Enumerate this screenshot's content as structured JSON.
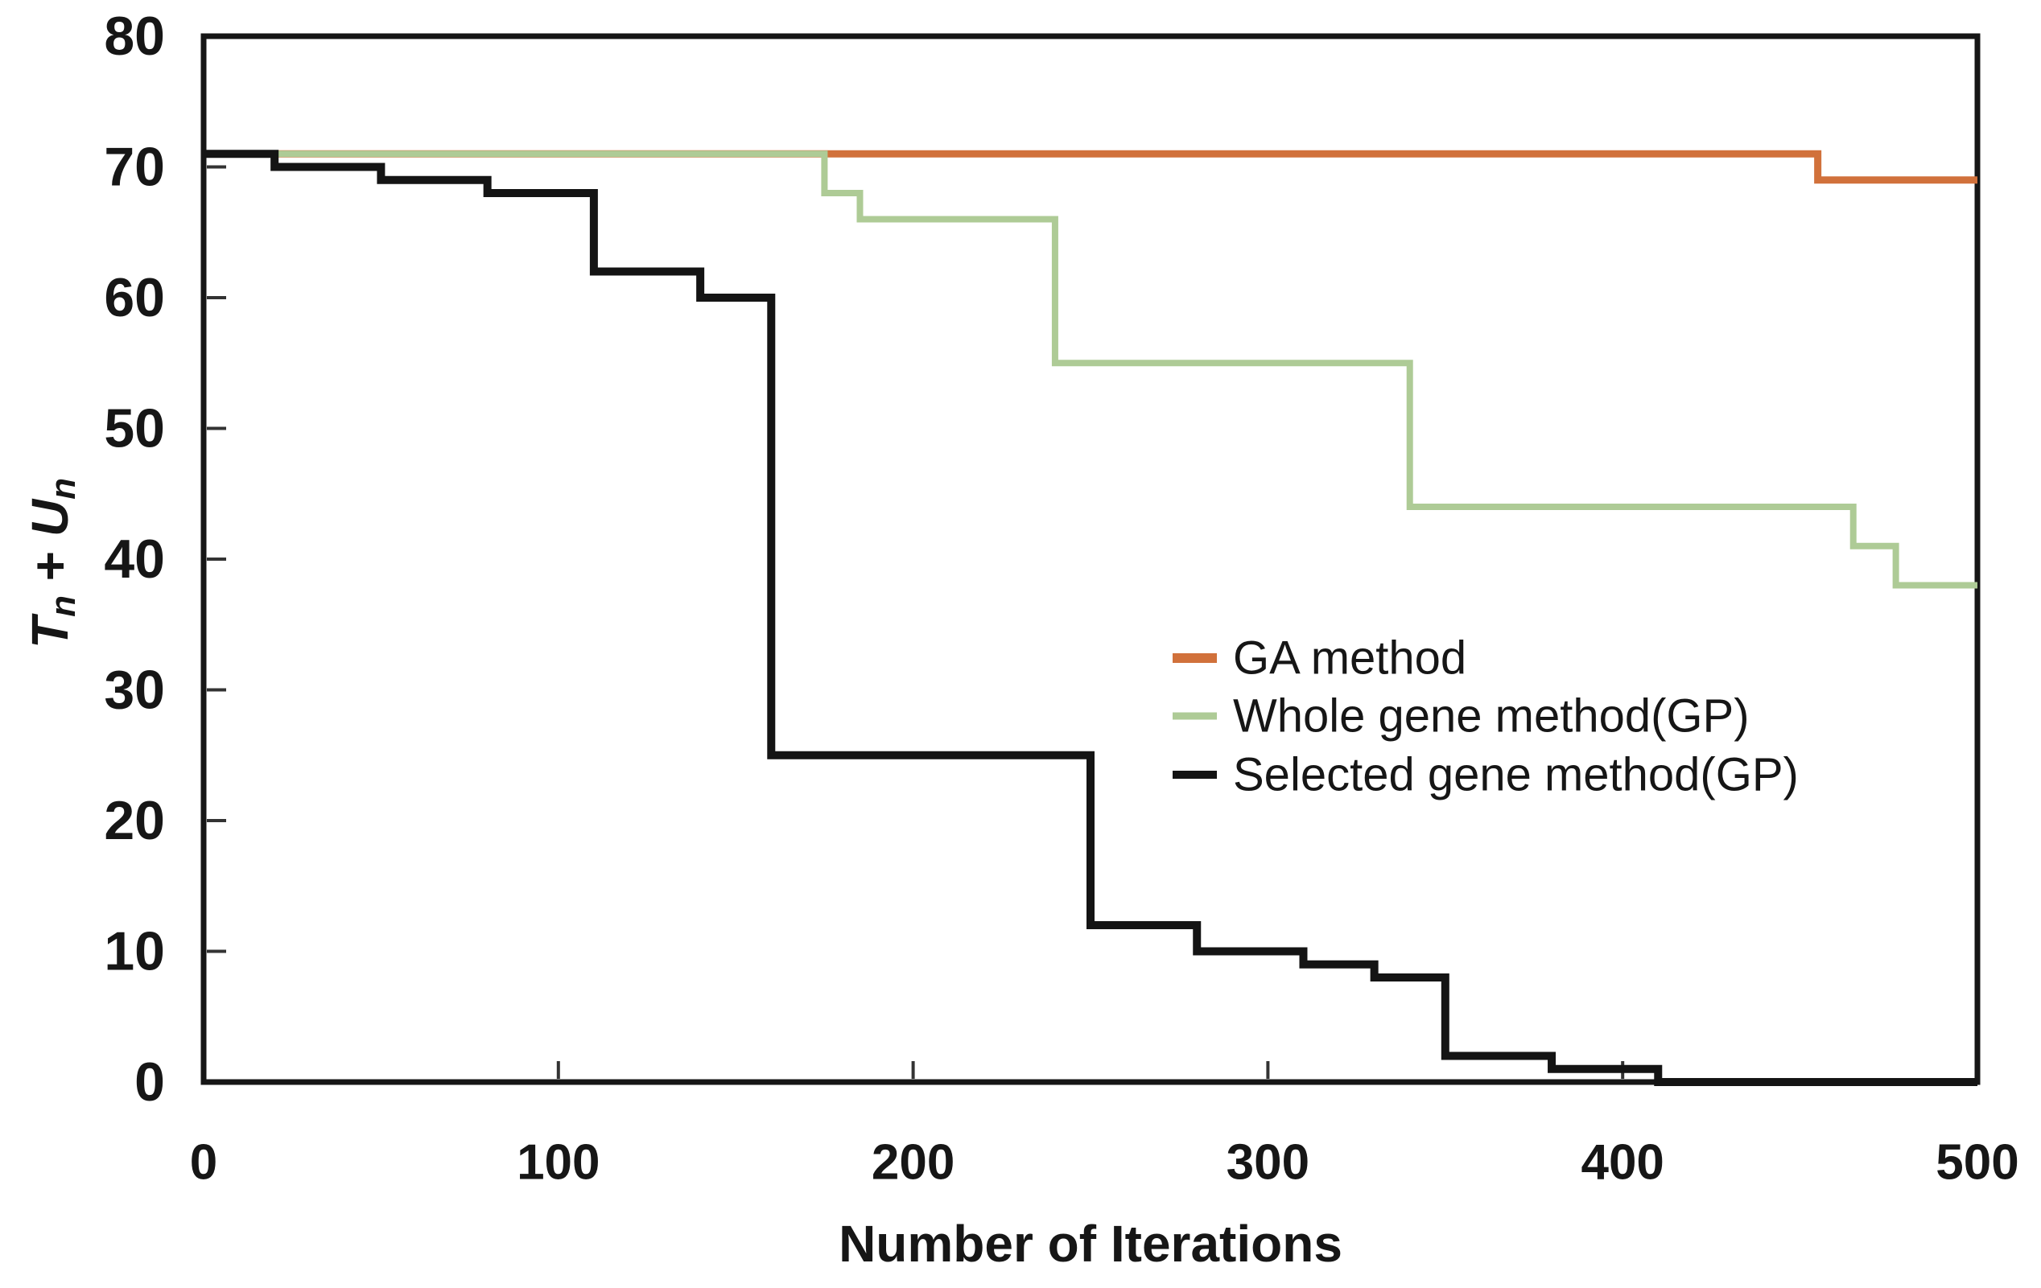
{
  "figure": {
    "background": "#ffffff",
    "frame_color": "#161616",
    "tick_color": "#333333",
    "text_color": "#161616"
  },
  "chart_data": {
    "type": "line",
    "subtype": "step-post",
    "title": "",
    "xlabel": "Number of Iterations",
    "ylabel": "Tn + Un",
    "ylabel_parts": {
      "t1": "T",
      "t1_sub": "n",
      "plus": " + ",
      "t2": "U",
      "t2_sub": "n"
    },
    "xlim": [
      0,
      500
    ],
    "ylim": [
      0,
      80
    ],
    "x_ticks": [
      0,
      100,
      200,
      300,
      400,
      500
    ],
    "y_ticks": [
      0,
      10,
      20,
      30,
      40,
      50,
      60,
      70,
      80
    ],
    "grid": false,
    "legend_position": "inside-middle-right",
    "series": [
      {
        "name": "GA method",
        "slug": "ga-method",
        "color": "#D1713B",
        "stroke_width": 9,
        "swatch_width": 12,
        "points": [
          [
            0,
            71
          ],
          [
            455,
            69
          ]
        ],
        "end_x": 500
      },
      {
        "name": "Whole gene method(GP)",
        "slug": "whole-gene-method-gp",
        "color": "#AECB96",
        "stroke_width": 8,
        "swatch_width": 9,
        "points": [
          [
            0,
            71
          ],
          [
            175,
            68
          ],
          [
            185,
            66
          ],
          [
            240,
            55
          ],
          [
            340,
            44
          ],
          [
            465,
            41
          ],
          [
            477,
            38
          ]
        ],
        "end_x": 500
      },
      {
        "name": "Selected gene method(GP)",
        "slug": "selected-gene-method-gp",
        "color": "#141414",
        "stroke_width": 10,
        "swatch_width": 10,
        "points": [
          [
            0,
            71
          ],
          [
            20,
            70
          ],
          [
            50,
            69
          ],
          [
            80,
            68
          ],
          [
            110,
            62
          ],
          [
            140,
            60
          ],
          [
            160,
            25
          ],
          [
            250,
            12
          ],
          [
            280,
            10
          ],
          [
            310,
            9
          ],
          [
            330,
            8
          ],
          [
            350,
            2
          ],
          [
            380,
            1
          ],
          [
            410,
            0
          ]
        ],
        "end_x": 500
      }
    ]
  }
}
